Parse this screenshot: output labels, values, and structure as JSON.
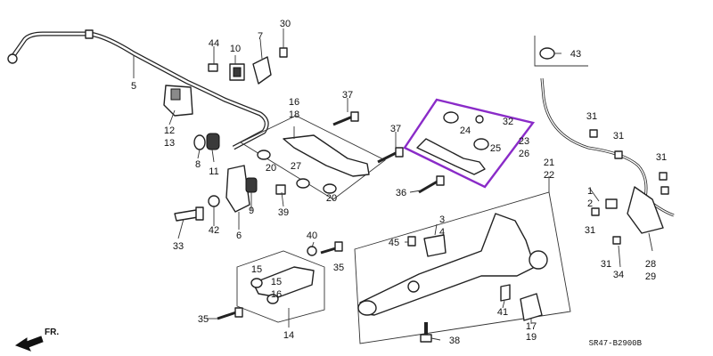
{
  "diagram_code": "SR47-B2900B",
  "direction_label": "FR.",
  "callouts": [
    {
      "label": "1"
    },
    {
      "label": "2"
    },
    {
      "label": "3"
    },
    {
      "label": "4"
    },
    {
      "label": "5"
    },
    {
      "label": "6"
    },
    {
      "label": "7"
    },
    {
      "label": "8"
    },
    {
      "label": "9"
    },
    {
      "label": "10"
    },
    {
      "label": "11"
    },
    {
      "label": "12"
    },
    {
      "label": "13"
    },
    {
      "label": "14"
    },
    {
      "label": "15"
    },
    {
      "label": "16"
    },
    {
      "label": "17"
    },
    {
      "label": "18"
    },
    {
      "label": "19"
    },
    {
      "label": "20"
    },
    {
      "label": "20"
    },
    {
      "label": "21"
    },
    {
      "label": "22"
    },
    {
      "label": "23"
    },
    {
      "label": "24"
    },
    {
      "label": "25"
    },
    {
      "label": "26"
    },
    {
      "label": "27"
    },
    {
      "label": "28"
    },
    {
      "label": "29"
    },
    {
      "label": "30"
    },
    {
      "label": "31"
    },
    {
      "label": "31"
    },
    {
      "label": "31"
    },
    {
      "label": "31"
    },
    {
      "label": "31"
    },
    {
      "label": "32"
    },
    {
      "label": "33"
    },
    {
      "label": "34"
    },
    {
      "label": "35"
    },
    {
      "label": "35"
    },
    {
      "label": "36"
    },
    {
      "label": "37"
    },
    {
      "label": "37"
    },
    {
      "label": "38"
    },
    {
      "label": "39"
    },
    {
      "label": "40"
    },
    {
      "label": "41"
    },
    {
      "label": "42"
    },
    {
      "label": "43"
    },
    {
      "label": "44"
    },
    {
      "label": "45"
    },
    {
      "label": "15"
    },
    {
      "label": "16"
    }
  ],
  "highlight_color": "#8a2bc8"
}
